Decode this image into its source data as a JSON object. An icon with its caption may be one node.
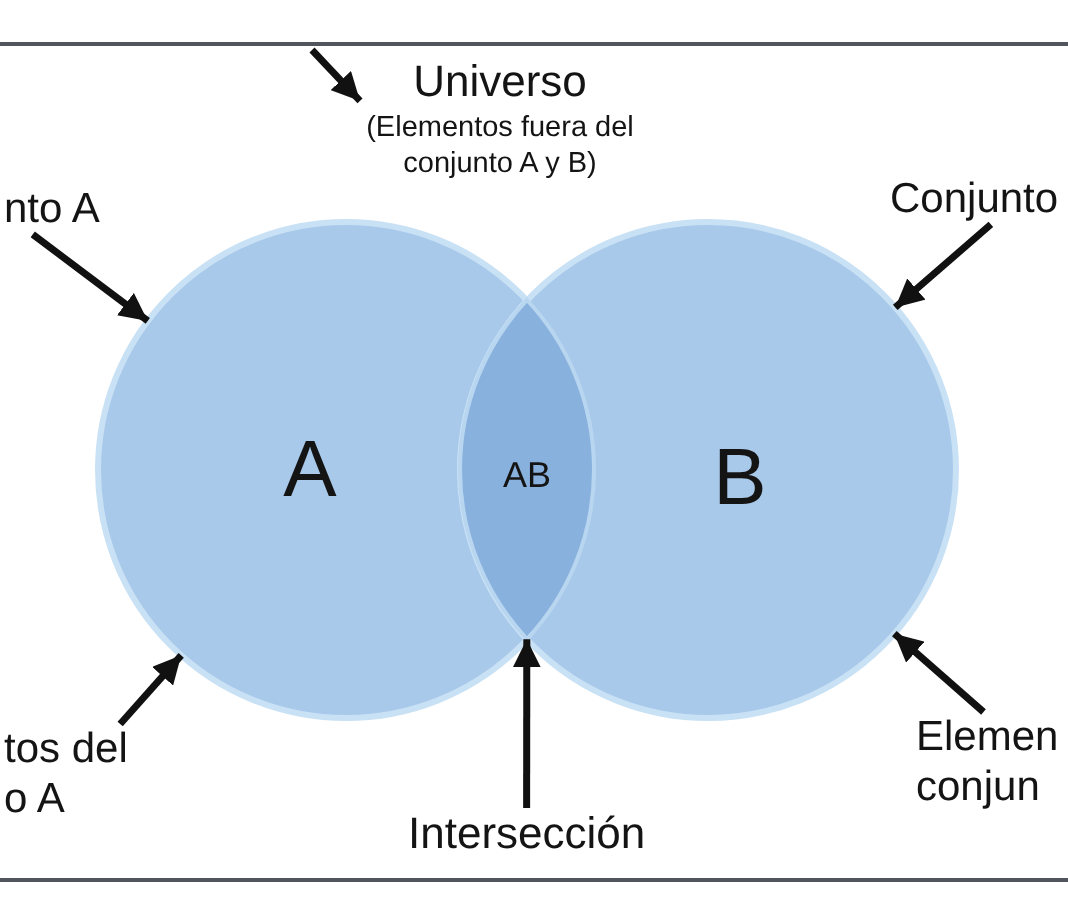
{
  "diagram": {
    "nodes": [
      {
        "text": [
          "Universo",
          "(Elementos fuera del conjunto A y B)"
        ]
      },
      {
        "text": [
          "nto A"
        ]
      },
      {
        "text": [
          "Conjunto"
        ]
      },
      {
        "text": [
          "A"
        ]
      },
      {
        "text": [
          "AB"
        ]
      },
      {
        "text": [
          "B"
        ]
      },
      {
        "text": [
          "tos del o A"
        ]
      },
      {
        "text": [
          "Intersección"
        ]
      },
      {
        "text": [
          "Elemen conjun"
        ]
      }
    ],
    "edges": [
      {
        "from": null,
        "to": 0,
        "arrow": "to"
      },
      {
        "from": 1,
        "to": 3,
        "arrow": "to"
      },
      {
        "from": 2,
        "to": 5,
        "arrow": "to"
      },
      {
        "from": 6,
        "to": 3,
        "arrow": "to"
      },
      {
        "from": 7,
        "to": 4,
        "arrow": "to"
      },
      {
        "from": 8,
        "to": 5,
        "arrow": "to"
      }
    ]
  }
}
